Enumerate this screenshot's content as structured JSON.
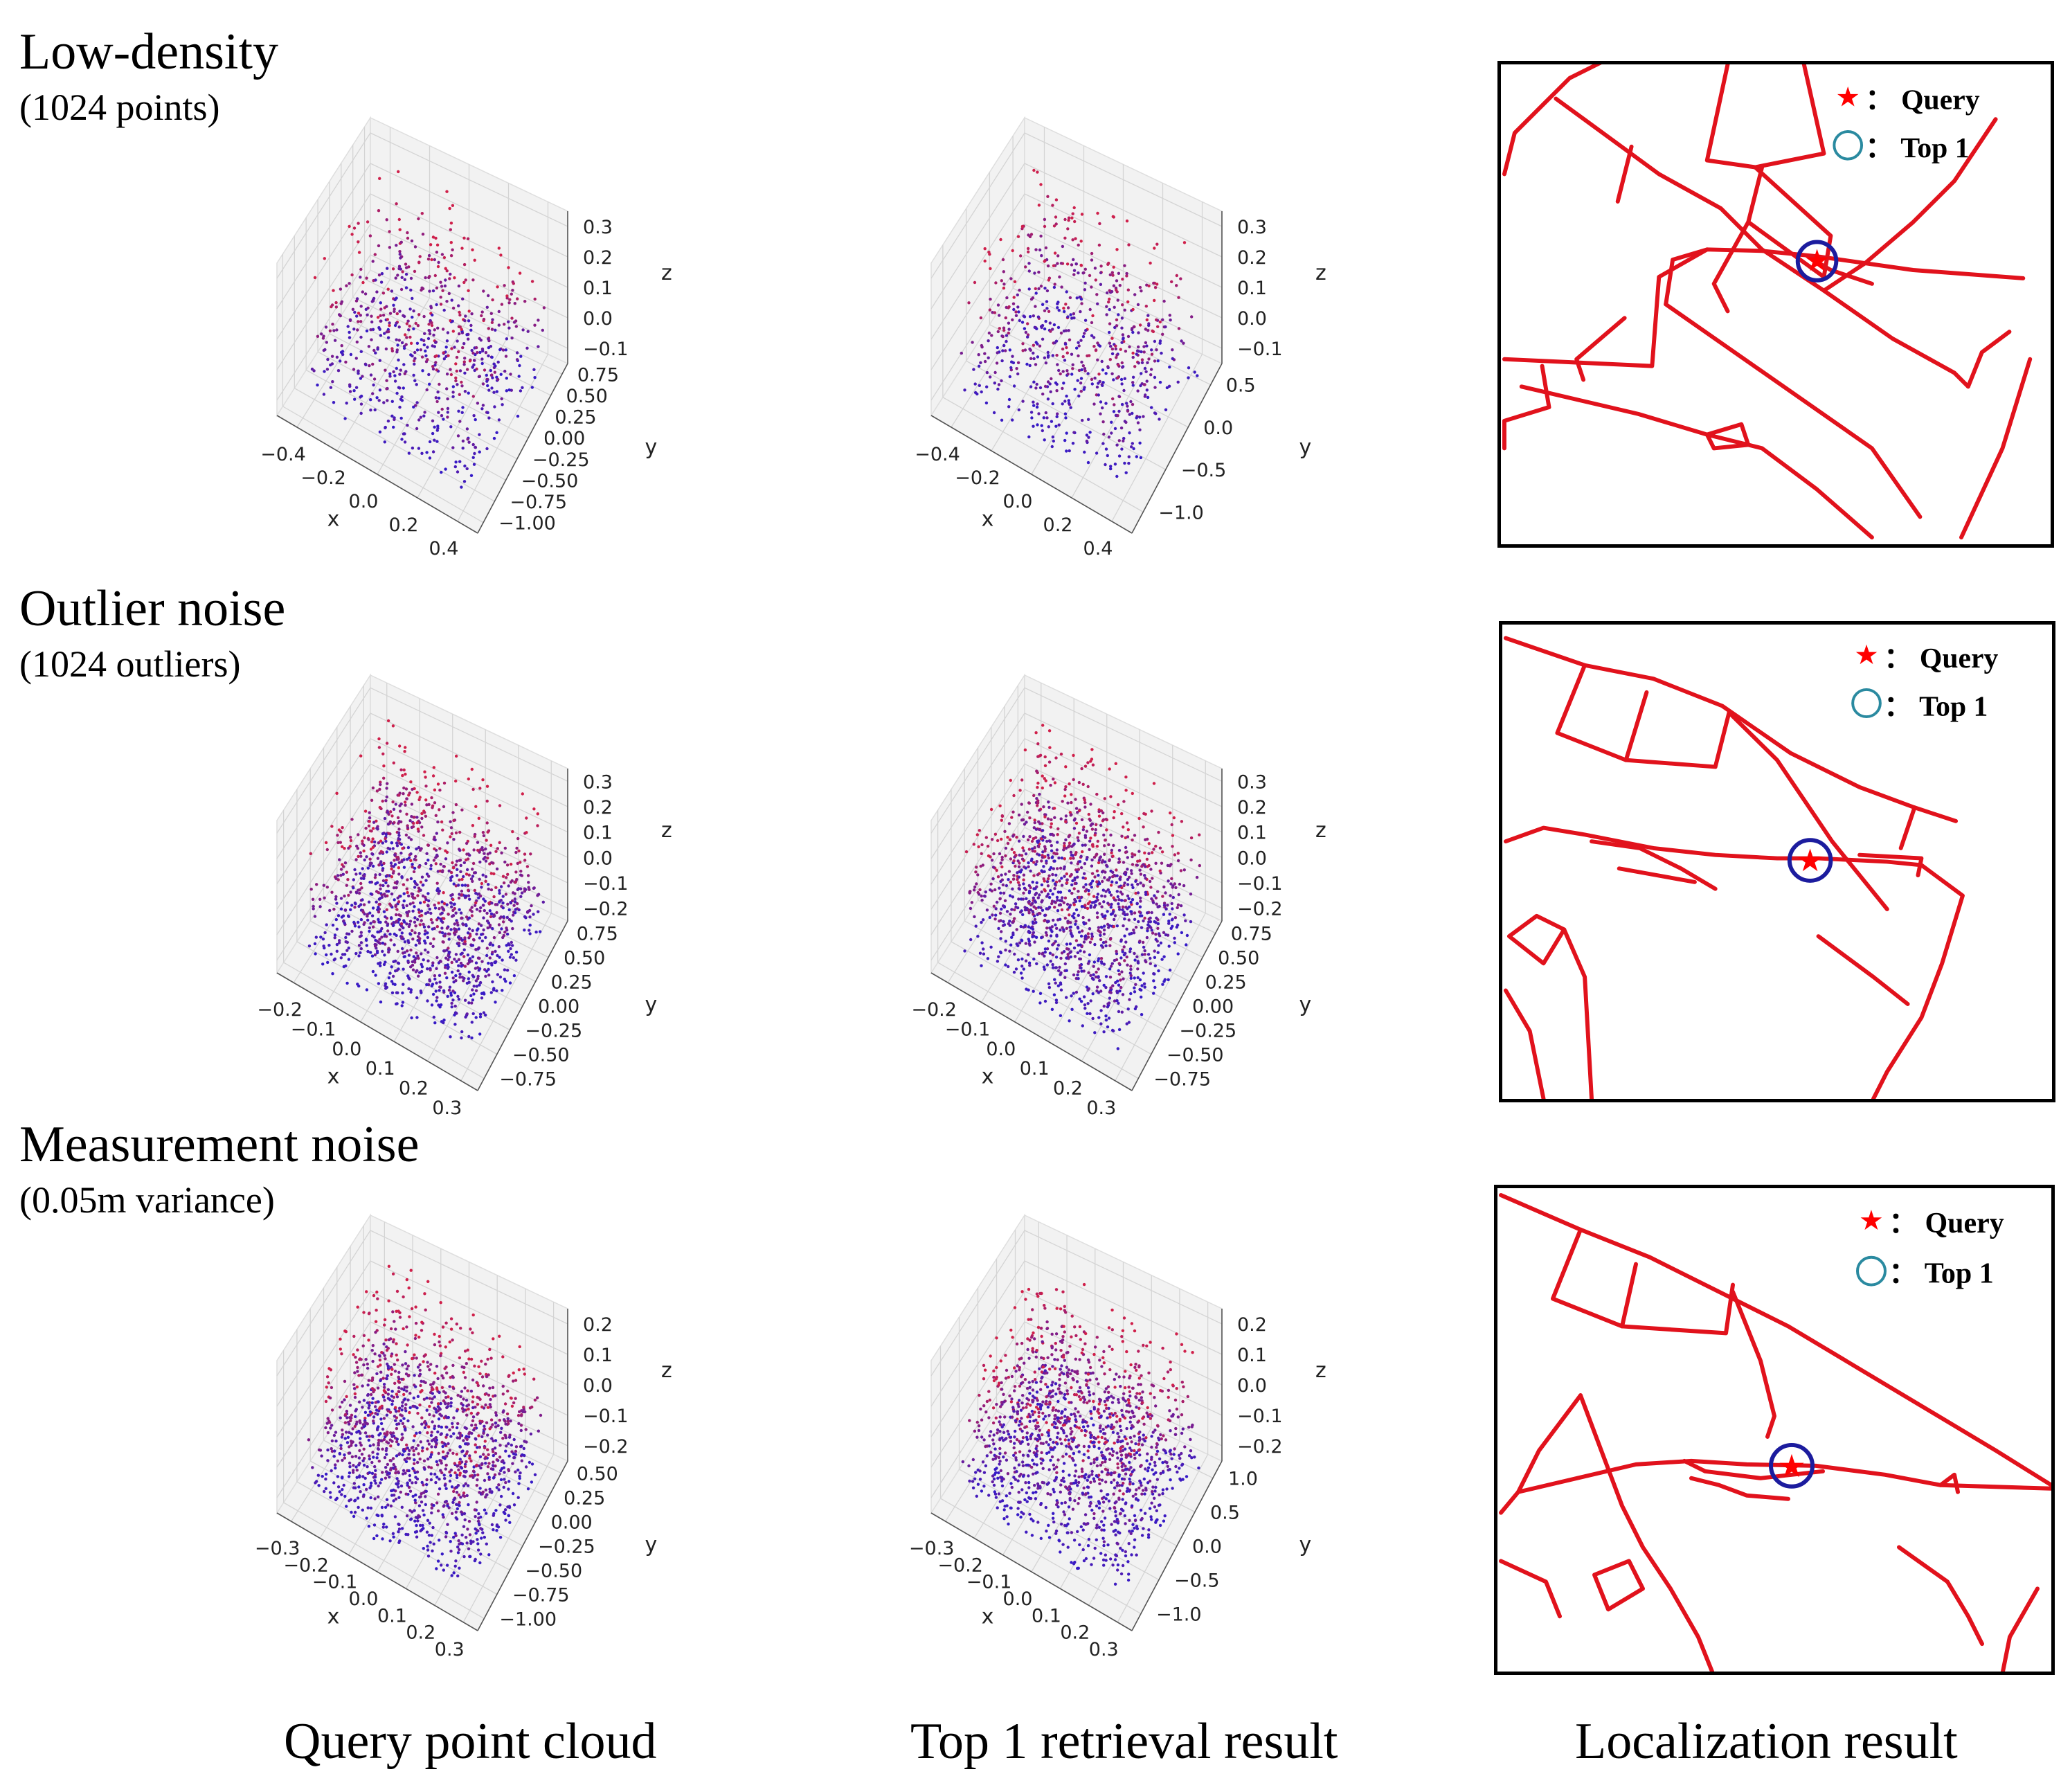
{
  "rows": [
    {
      "title": "Low-density",
      "subtitle": "(1024 points)"
    },
    {
      "title": "Outlier noise",
      "subtitle": "(1024 outliers)"
    },
    {
      "title": "Measurement noise",
      "subtitle": "(0.05m variance)"
    }
  ],
  "columns": [
    "Query point cloud",
    "Top 1 retrieval result",
    "Localization result"
  ],
  "legend": {
    "star_label": "：  Query",
    "circle_label": "：  Top 1"
  },
  "axis_names": {
    "x": "x",
    "y": "y",
    "z": "z"
  },
  "colors": {
    "road": "#e1121c",
    "star": "#ff0000",
    "circle_map": "#1c1c9e",
    "circle_legend": "#2a8aa0",
    "pts_high": "#d0204a",
    "pts_low": "#2a1ad0"
  },
  "plots": [
    {
      "x": [
        "−0.4",
        "−0.2",
        "0.0",
        "0.2",
        "0.4"
      ],
      "y": [
        "0.75",
        "0.50",
        "0.25",
        "0.00",
        "−0.25",
        "−0.50",
        "−0.75",
        "−1.00"
      ],
      "z": [
        "0.3",
        "0.2",
        "0.1",
        "0.0",
        "−0.1"
      ]
    },
    {
      "x": [
        "−0.4",
        "−0.2",
        "0.0",
        "0.2",
        "0.4"
      ],
      "y": [
        "0.5",
        "0.0",
        "−0.5",
        "−1.0"
      ],
      "z": [
        "0.3",
        "0.2",
        "0.1",
        "0.0",
        "−0.1"
      ]
    },
    {
      "x": [
        "−0.2",
        "−0.1",
        "0.0",
        "0.1",
        "0.2",
        "0.3"
      ],
      "y": [
        "0.75",
        "0.50",
        "0.25",
        "0.00",
        "−0.25",
        "−0.50",
        "−0.75"
      ],
      "z": [
        "0.3",
        "0.2",
        "0.1",
        "0.0",
        "−0.1",
        "−0.2"
      ]
    },
    {
      "x": [
        "−0.2",
        "−0.1",
        "0.0",
        "0.1",
        "0.2",
        "0.3"
      ],
      "y": [
        "0.75",
        "0.50",
        "0.25",
        "0.00",
        "−0.25",
        "−0.50",
        "−0.75"
      ],
      "z": [
        "0.3",
        "0.2",
        "0.1",
        "0.0",
        "−0.1",
        "−0.2"
      ]
    },
    {
      "x": [
        "−0.3",
        "−0.2",
        "−0.1",
        "0.0",
        "0.1",
        "0.2",
        "0.3"
      ],
      "y": [
        "0.50",
        "0.25",
        "0.00",
        "−0.25",
        "−0.50",
        "−0.75",
        "−1.00"
      ],
      "z": [
        "0.2",
        "0.1",
        "0.0",
        "−0.1",
        "−0.2"
      ]
    },
    {
      "x": [
        "−0.3",
        "−0.2",
        "−0.1",
        "0.0",
        "0.1",
        "0.2",
        "0.3"
      ],
      "y": [
        "1.0",
        "0.5",
        "0.0",
        "−0.5",
        "−1.0"
      ],
      "z": [
        "0.2",
        "0.1",
        "0.0",
        "−0.1",
        "−0.2"
      ]
    }
  ]
}
